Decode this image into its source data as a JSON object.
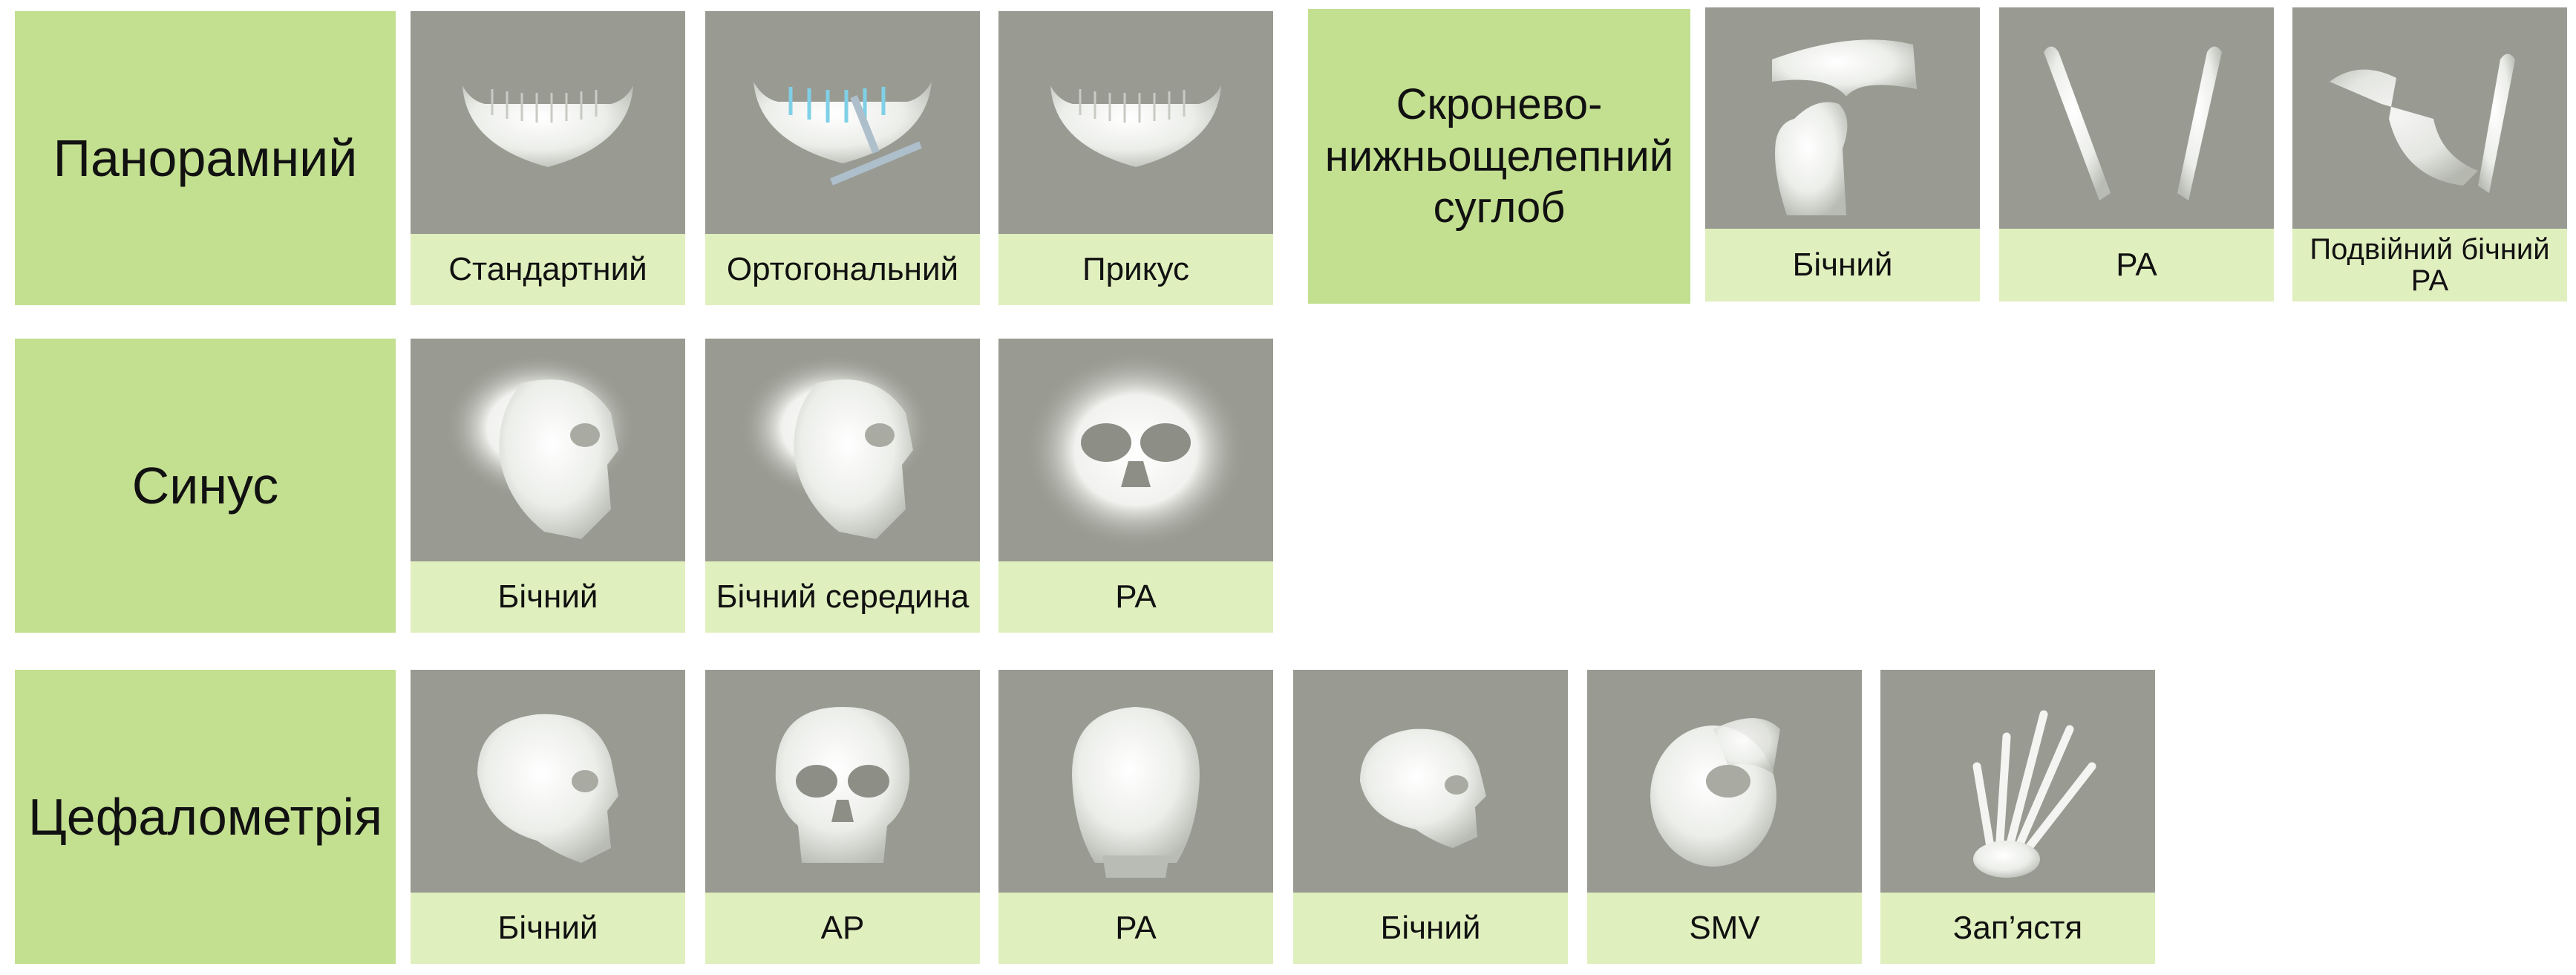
{
  "categories": {
    "panoramic": "Панорамний",
    "tmj": "Скронево-нижньощелепний суглоб",
    "sinus": "Синус",
    "ceph": "Цефалометрія"
  },
  "panoramic_tiles": [
    {
      "label": "Стандартний",
      "icon": "jaw-icon"
    },
    {
      "label": "Ортогональний",
      "icon": "jaw-orthogonal-icon"
    },
    {
      "label": "Прикус",
      "icon": "jaw-bite-icon"
    }
  ],
  "tmj_tiles": [
    {
      "label": "Бічний",
      "icon": "tmj-lateral-icon"
    },
    {
      "label": "PA",
      "icon": "tmj-pa-icon"
    },
    {
      "label": "Подвійний бічний PA",
      "icon": "tmj-double-lateral-pa-icon"
    }
  ],
  "sinus_tiles": [
    {
      "label": "Бічний",
      "icon": "skull-lateral-icon"
    },
    {
      "label": "Бічний середина",
      "icon": "skull-lateral-mid-icon"
    },
    {
      "label": "PA",
      "icon": "skull-pa-icon"
    }
  ],
  "ceph_tiles": [
    {
      "label": "Бічний",
      "icon": "skull-lateral-icon"
    },
    {
      "label": "AP",
      "icon": "skull-ap-icon"
    },
    {
      "label": "PA",
      "icon": "skull-pa-back-icon"
    },
    {
      "label": "Бічний",
      "icon": "skull-lateral-small-icon"
    },
    {
      "label": "SMV",
      "icon": "skull-smv-icon"
    },
    {
      "label": "Зап’ястя",
      "icon": "hand-wrist-icon"
    }
  ],
  "colors": {
    "category_bg": "#c3df90",
    "tile_image_bg": "#999a91",
    "tile_label_bg": "#e0efbe"
  }
}
